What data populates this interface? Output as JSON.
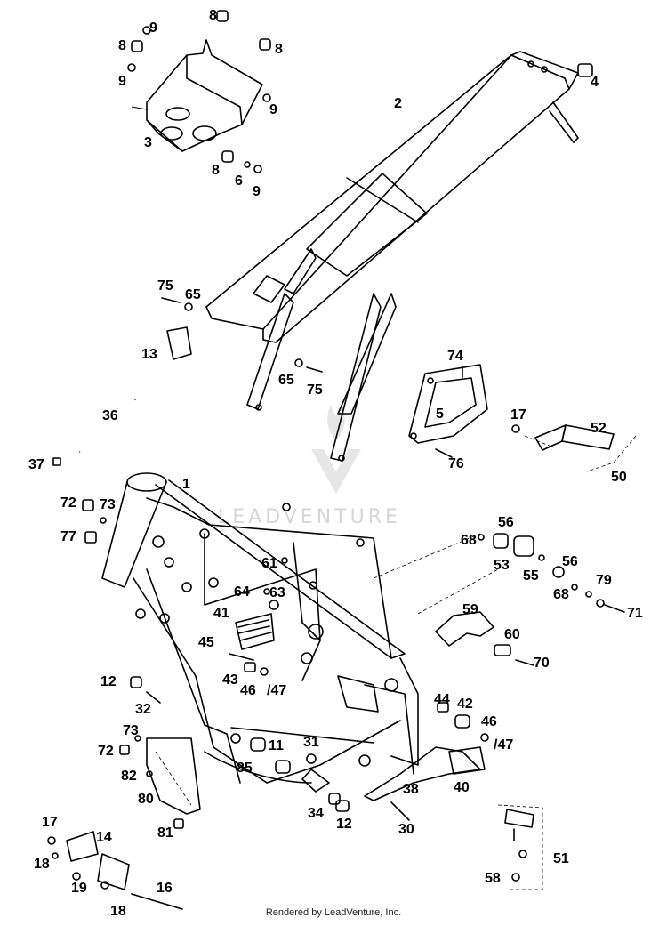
{
  "watermark": "LEADVENTURE",
  "credit": "Rendered by LeadVenture, Inc.",
  "callouts": [
    {
      "label": "8"
    },
    {
      "label": "9"
    },
    {
      "label": "8"
    },
    {
      "label": "8"
    },
    {
      "label": "9"
    },
    {
      "label": "9"
    },
    {
      "label": "3"
    },
    {
      "label": "8"
    },
    {
      "label": "6"
    },
    {
      "label": "9"
    },
    {
      "label": "2"
    },
    {
      "label": "4"
    },
    {
      "label": "75"
    },
    {
      "label": "65"
    },
    {
      "label": "13"
    },
    {
      "label": "65"
    },
    {
      "label": "75"
    },
    {
      "label": "74"
    },
    {
      "label": "5"
    },
    {
      "label": "17"
    },
    {
      "label": "52"
    },
    {
      "label": "76"
    },
    {
      "label": "50"
    },
    {
      "label": "36"
    },
    {
      "label": "37"
    },
    {
      "label": "1"
    },
    {
      "label": "72"
    },
    {
      "label": "73"
    },
    {
      "label": "77"
    },
    {
      "label": "68"
    },
    {
      "label": "56"
    },
    {
      "label": "53"
    },
    {
      "label": "55"
    },
    {
      "label": "56"
    },
    {
      "label": "61"
    },
    {
      "label": "64"
    },
    {
      "label": "63"
    },
    {
      "label": "68"
    },
    {
      "label": "79"
    },
    {
      "label": "71"
    },
    {
      "label": "41"
    },
    {
      "label": "59"
    },
    {
      "label": "60"
    },
    {
      "label": "45"
    },
    {
      "label": "70"
    },
    {
      "label": "43"
    },
    {
      "label": "46"
    },
    {
      "label": "/47"
    },
    {
      "label": "12"
    },
    {
      "label": "32"
    },
    {
      "label": "44"
    },
    {
      "label": "42"
    },
    {
      "label": "46"
    },
    {
      "label": "/47"
    },
    {
      "label": "73"
    },
    {
      "label": "72"
    },
    {
      "label": "11"
    },
    {
      "label": "31"
    },
    {
      "label": "82"
    },
    {
      "label": "85"
    },
    {
      "label": "38"
    },
    {
      "label": "40"
    },
    {
      "label": "80"
    },
    {
      "label": "34"
    },
    {
      "label": "12"
    },
    {
      "label": "30"
    },
    {
      "label": "81"
    },
    {
      "label": "17"
    },
    {
      "label": "14"
    },
    {
      "label": "18"
    },
    {
      "label": "19"
    },
    {
      "label": "16"
    },
    {
      "label": "18"
    },
    {
      "label": "51"
    },
    {
      "label": "58"
    }
  ]
}
